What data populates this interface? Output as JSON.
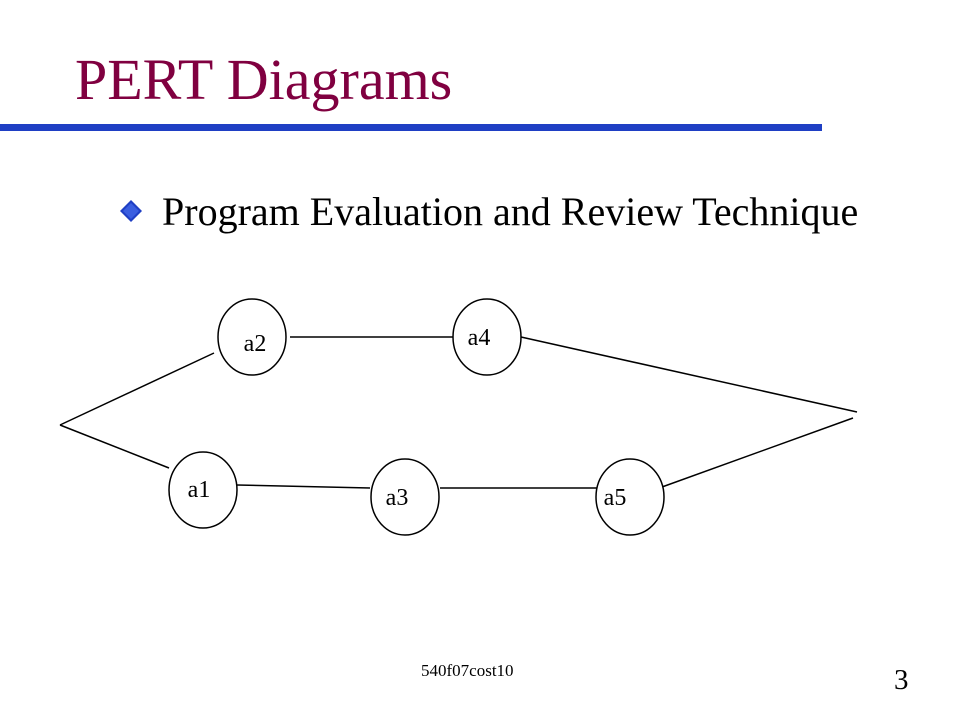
{
  "slide": {
    "title": "PERT Diagrams",
    "bullet": "Program Evaluation and Review Technique",
    "footer": "540f07cost10",
    "page_number": "3"
  },
  "diagram": {
    "nodes": [
      {
        "id": "a1",
        "label": "a1"
      },
      {
        "id": "a2",
        "label": "a2"
      },
      {
        "id": "a3",
        "label": "a3"
      },
      {
        "id": "a4",
        "label": "a4"
      },
      {
        "id": "a5",
        "label": "a5"
      }
    ],
    "edges": [
      {
        "from": "start",
        "to": "a2"
      },
      {
        "from": "start",
        "to": "a1"
      },
      {
        "from": "a2",
        "to": "a4"
      },
      {
        "from": "a1",
        "to": "a3"
      },
      {
        "from": "a3",
        "to": "a5"
      },
      {
        "from": "a4",
        "to": "end"
      },
      {
        "from": "a5",
        "to": "end"
      }
    ]
  },
  "colors": {
    "title": "#800040",
    "rule": "#1f3fc4",
    "bullet": "#1f3fc4"
  },
  "icons": {
    "bullet": "diamond-bullet-icon"
  }
}
